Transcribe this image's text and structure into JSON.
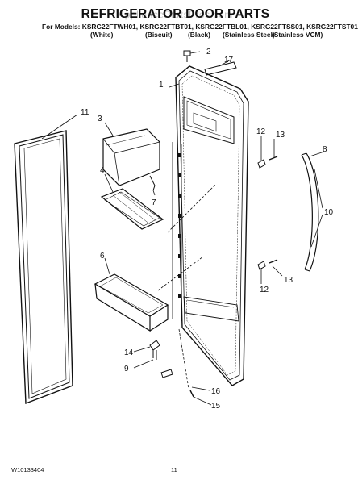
{
  "header": {
    "title": "REFRIGERATOR DOOR PARTS",
    "watermark": "AppliancePartsPros.com",
    "models_line": "For Models: KSRG22FTWH01, KSRG22FTBT01, KSRG22FTBL01, KSRG22FTSS01, KSRG22FTST01",
    "colors": [
      "(White)",
      "(Biscuit)",
      "(Black)",
      "(Stainless Steel)",
      "(Stainless VCM)"
    ]
  },
  "callouts": [
    "1",
    "2",
    "3",
    "4",
    "6",
    "7",
    "8",
    "9",
    "10",
    "11",
    "12",
    "13",
    "14",
    "15",
    "16",
    "17"
  ],
  "callouts_repeat": {
    "twelve_b": "12",
    "thirteen_b": "13",
    "eleven_b": "11"
  },
  "footer": {
    "doc_id": "W10133404",
    "page": "11"
  }
}
